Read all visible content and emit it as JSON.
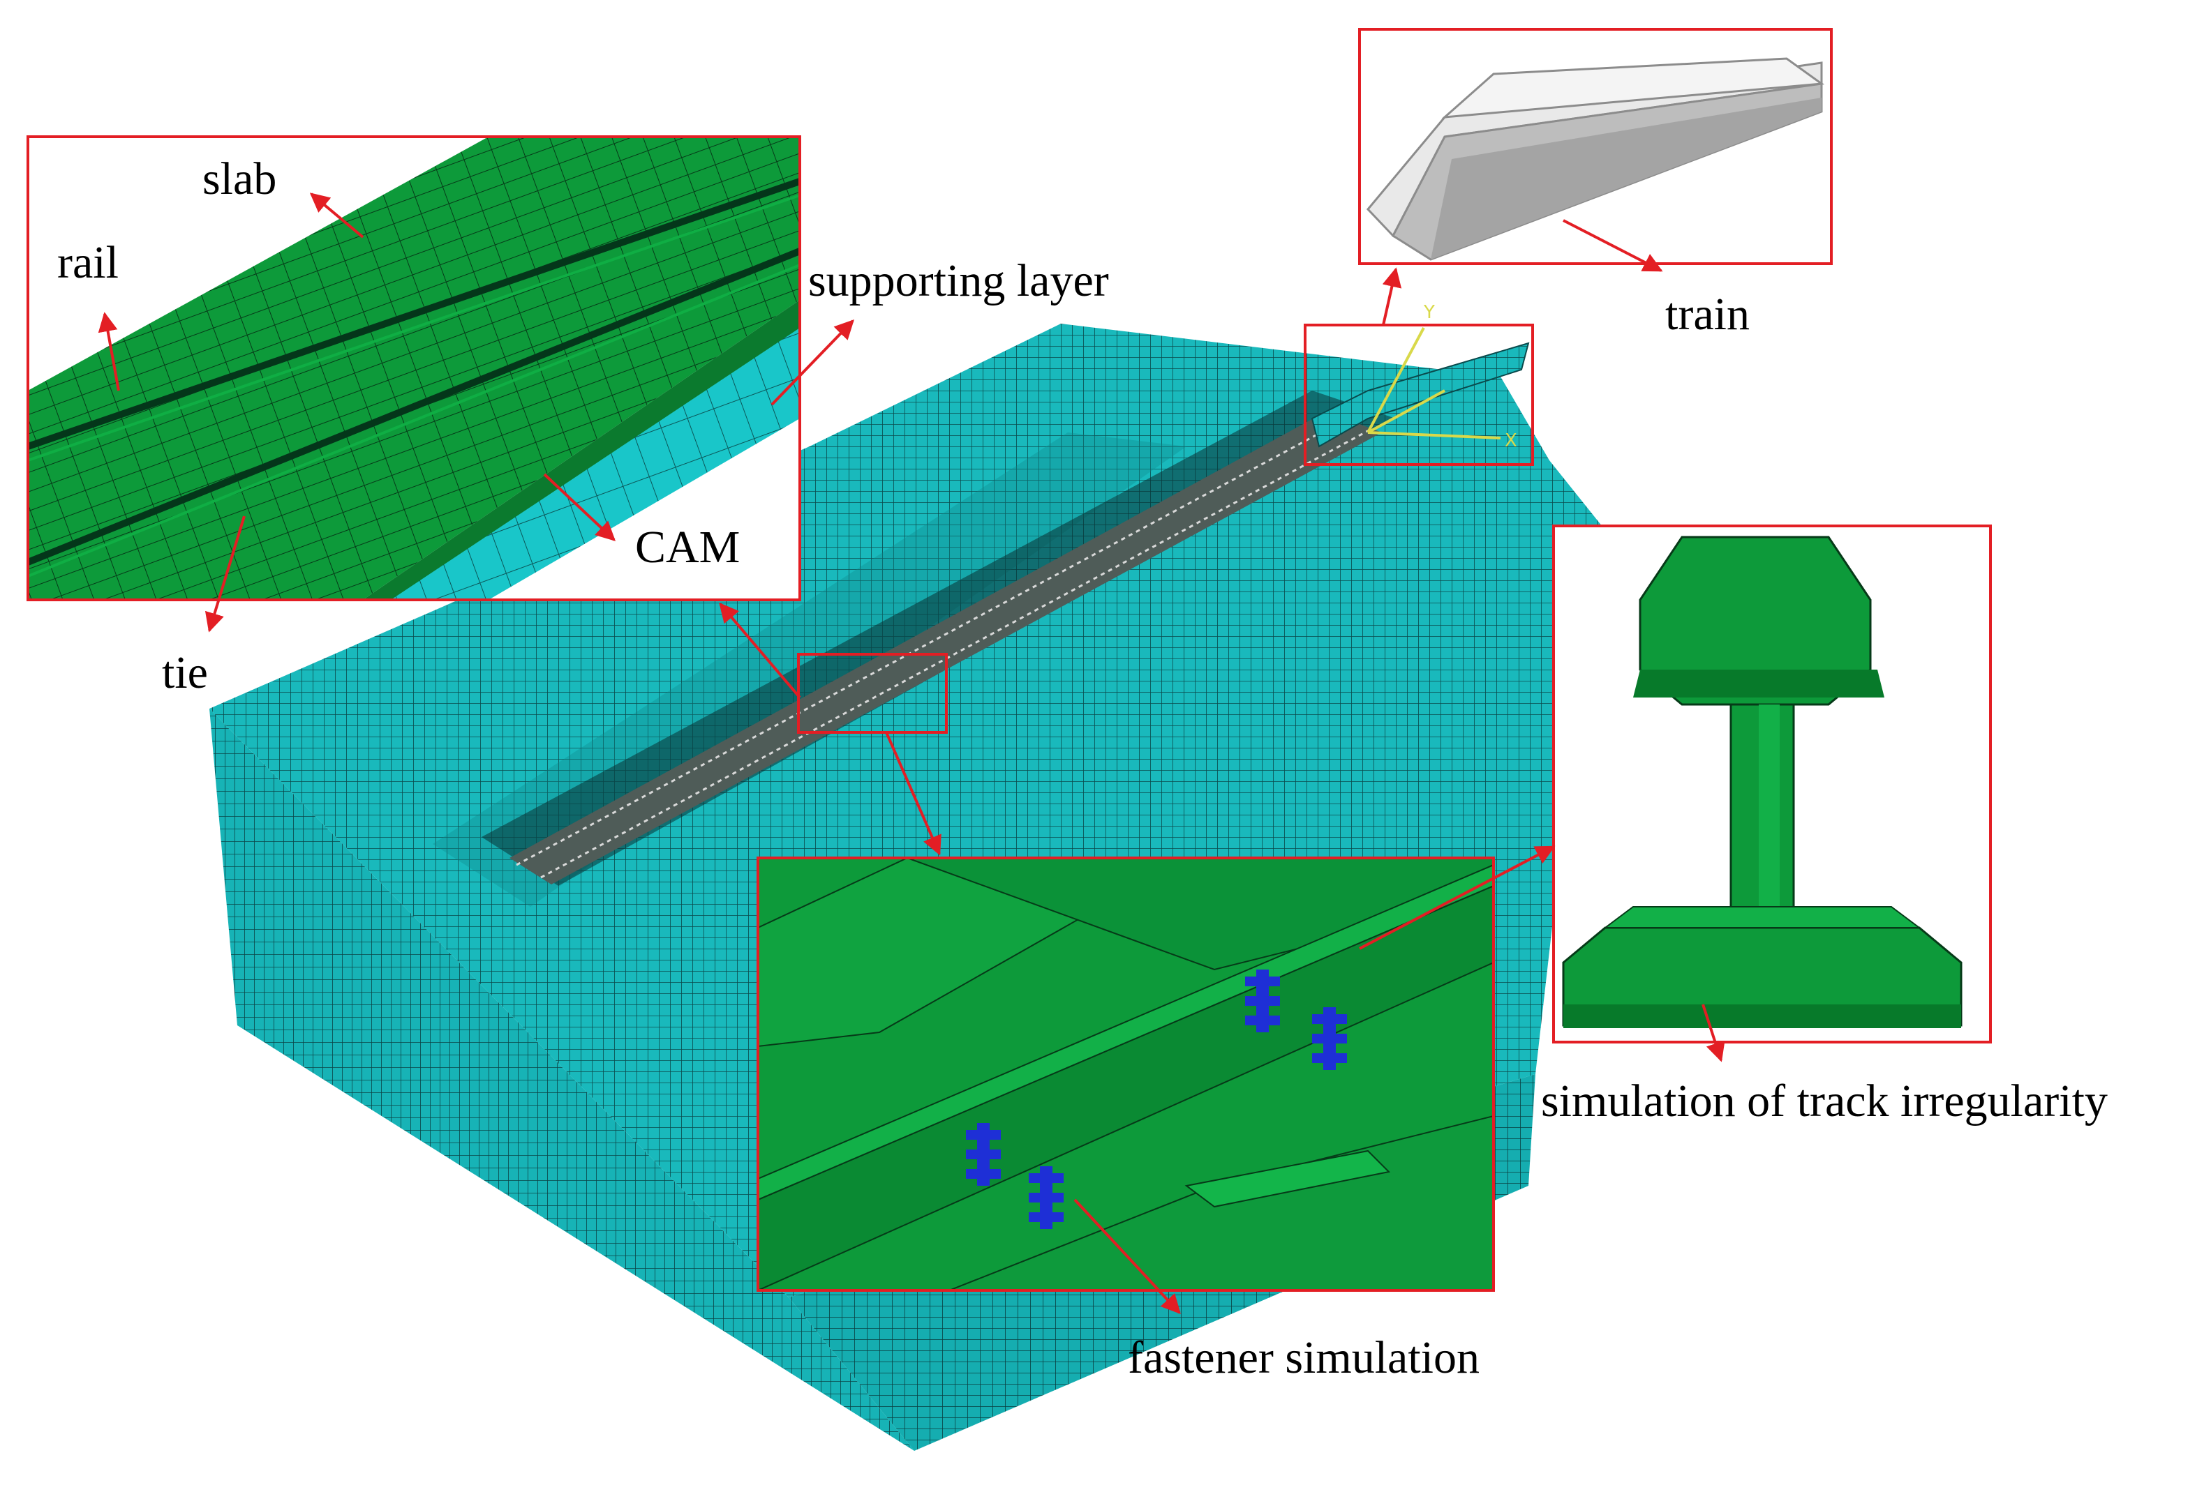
{
  "labels": {
    "slab": "slab",
    "rail": "rail",
    "supporting_layer": "supporting layer",
    "cam": "CAM",
    "tie": "tie",
    "train": "train",
    "track_irregularity": "simulation of track irregularity",
    "fastener": "fastener simulation"
  },
  "axes": {
    "y": "Y",
    "x": "X"
  },
  "colors": {
    "mesh": "#19b9bc",
    "mesh_line": "#0a4a4c",
    "track_green": "#0d9a3a",
    "track_green_dark": "#077a2a",
    "callout_border": "#e31e24",
    "arrow": "#e31e24",
    "fastener_blue": "#1e2fd6",
    "train_light": "#e8e8e8",
    "train_mid": "#bdbdbd",
    "train_dark": "#9a9a9a"
  }
}
